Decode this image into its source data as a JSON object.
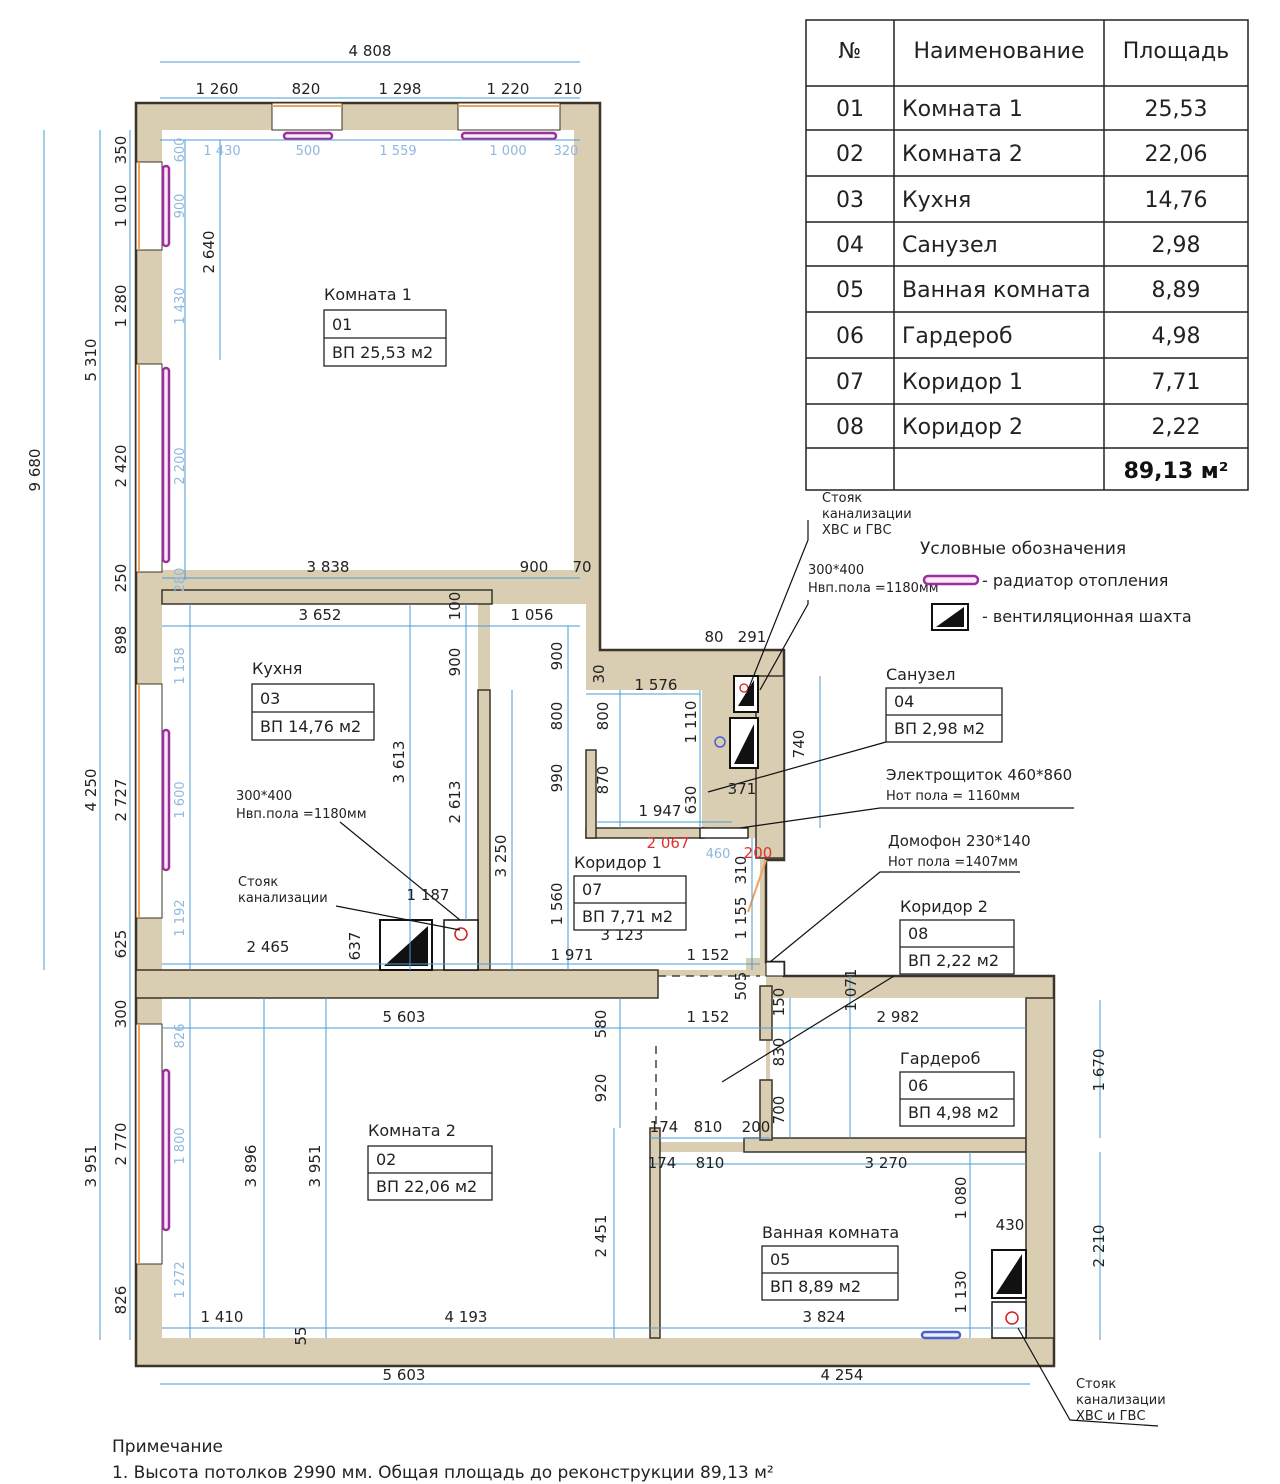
{
  "table": {
    "headers": [
      "№",
      "Наименование",
      "Площадь"
    ],
    "rows": [
      {
        "num": "01",
        "name": "Комната 1",
        "area": "25,53"
      },
      {
        "num": "02",
        "name": "Комната 2",
        "area": "22,06"
      },
      {
        "num": "03",
        "name": "Кухня",
        "area": "14,76"
      },
      {
        "num": "04",
        "name": "Санузел",
        "area": "2,98"
      },
      {
        "num": "05",
        "name": "Ванная комната",
        "area": "8,89"
      },
      {
        "num": "06",
        "name": "Гардероб",
        "area": "4,98"
      },
      {
        "num": "07",
        "name": "Коридор 1",
        "area": "7,71"
      },
      {
        "num": "08",
        "name": "Коридор 2",
        "area": "2,22"
      }
    ],
    "total": "89,13 м²"
  },
  "legend": {
    "title": "Условные обозначения",
    "radiator": "- радиатор отопления",
    "shaft": "- вентиляционная шахта"
  },
  "rooms": {
    "r1": {
      "name": "Комната 1",
      "num": "01",
      "area": "ВП 25,53 м2"
    },
    "r2": {
      "name": "Комната 2",
      "num": "02",
      "area": "ВП 22,06 м2"
    },
    "r3": {
      "name": "Кухня",
      "num": "03",
      "area": "ВП 14,76 м2"
    },
    "r4": {
      "name": "Санузел",
      "num": "04",
      "area": "ВП 2,98 м2"
    },
    "r5": {
      "name": "Ванная комната",
      "num": "05",
      "area": "ВП     8,89 м2"
    },
    "r6": {
      "name": "Гардероб",
      "num": "06",
      "area": "ВП 4,98 м2"
    },
    "r7": {
      "name": "Коридор 1",
      "num": "07",
      "area": "ВП 7,71 м2"
    },
    "r8": {
      "name": "Коридор 2",
      "num": "08",
      "area": "ВП 2,22 м2"
    }
  },
  "notes": {
    "riser_top_1": "Стояк",
    "riser_top_2": "канализации",
    "riser_top_3": "ХВС и ГВС",
    "vent_top_1": "300*400",
    "vent_top_2": "Нвп.пола =1180мм",
    "electric_1": "Электрощиток 460*860",
    "electric_2": "Нот пола = 1160мм",
    "intercom_1": "Домофон 230*140",
    "intercom_2": "Нот пола =1407мм",
    "kitchen_vent_1": "300*400",
    "kitchen_vent_2": "Нвп.пола =1180мм",
    "kitchen_riser_1": "Стояк",
    "kitchen_riser_2": "канализации",
    "bath_riser_1": "Стояк",
    "bath_riser_2": "канализации",
    "bath_riser_3": "ХВС и ГВС"
  },
  "footnote": {
    "title": "Примечание",
    "text": "1. Высота потолков 2990 мм. Общая площадь до реконструкции 89,13 м²"
  },
  "dims": {
    "top_total": "4 808",
    "top_1260": "1 260",
    "top_820": "820",
    "top_1298": "1 298",
    "top_1220": "1 220",
    "top_210": "210",
    "in_1430": "1 430",
    "in_500": "500",
    "in_1559": "1 559",
    "in_1000": "1 000",
    "in_320": "320",
    "left_9680": "9 680",
    "left_5310": "5 310",
    "left_4250": "4 250",
    "left_3951": "3 951",
    "l_350": "350",
    "l_1010": "1 010",
    "l_1280": "1 280",
    "l_2420": "2 420",
    "l_250": "250",
    "l_898": "898",
    "l_2727": "2 727",
    "l_625": "625",
    "l_300": "300",
    "l_2770": "2 770",
    "l_826": "826",
    "i_600": "600",
    "i_900": "900",
    "i_1430": "1 430",
    "i_2200": "2 200",
    "i_280": "280",
    "i_1158": "1 158",
    "i_1600": "1 600",
    "i_1192": "1 192",
    "i_826": "826",
    "i_1800": "1 800",
    "i_1272": "1 272",
    "r1_2640": "2 640",
    "r1_3838": "3 838",
    "r1_900": "900",
    "r1_70": "70",
    "k_3652": "3 652",
    "k_100": "100",
    "k_1056": "1 056",
    "k_900": "900",
    "k_3613": "3 613",
    "k_2613": "2 613",
    "k_3250": "3 250",
    "k_1187": "1 187",
    "k_2465": "2 465",
    "k_637": "637",
    "c_900": "900",
    "c_800": "800",
    "c_990": "990",
    "c_1560": "1 560",
    "c_1971": "1 971",
    "c_3123": "3 123",
    "c_1152": "1 152",
    "s_80": "80",
    "s_291": "291",
    "s_1576": "1 576",
    "s_800": "800",
    "s_870": "870",
    "s_1110": "1 110",
    "s_630": "630",
    "s_1947": "1 947",
    "s_371": "371",
    "s_740": "740",
    "s_2067": "2 067",
    "s_460": "460",
    "s_200": "200",
    "s_310": "310",
    "s_1155": "1 155",
    "s_505": "505",
    "s_30": "30",
    "m_5603": "5 603",
    "m_580": "580",
    "m_1152": "1 152",
    "m_920": "920",
    "m_174": "174",
    "m_810": "810",
    "m_200": "200",
    "m_150": "150",
    "m_830": "830",
    "m_700": "700",
    "m_1071": "1 071",
    "m_2982": "2 982",
    "m_1670": "1 670",
    "b_3896": "3 896",
    "b_3951": "3 951",
    "b_2451": "2 451",
    "b_1410": "1 410",
    "b_55": "55",
    "b_4193": "4 193",
    "b_174": "174",
    "b_810": "810",
    "b_3270": "3 270",
    "b_1080": "1 080",
    "b_430": "430",
    "b_1130": "1 130",
    "b_3824": "3 824",
    "b_2210": "2 210",
    "bot_5603": "5 603",
    "bot_4254": "4 254"
  }
}
